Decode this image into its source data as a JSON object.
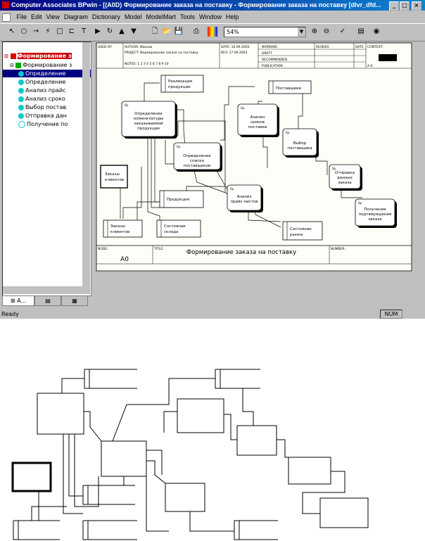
{
  "window": {
    "title": "Computer Associates BPwin - [(A0D) Формирование заказа на поставку - Формирование заказа на поставку [dlvr_dfd..."
  },
  "menu": [
    "File",
    "Edit",
    "View",
    "Diagram",
    "Dictionary",
    "Model",
    "ModelMart",
    "Tools",
    "Window",
    "Help"
  ],
  "toolbar": {
    "zoom": "54%"
  },
  "tree": {
    "root": "Формирование з",
    "child": "Формирование з",
    "items": [
      "Определение",
      "Определение",
      "Анализ прайс",
      "Анализ сроко",
      "Выбор постав",
      "Отправка дан",
      "Получение по"
    ]
  },
  "tabs": [
    "A..."
  ],
  "status": {
    "left": "Ready",
    "num": "NUM"
  },
  "diagram": {
    "header": {
      "used_at": "USED AT:",
      "author": "AUTHOR: Иванов",
      "project": "PROJECT: Формирование заказа на поставку",
      "date": "DATE: 16.09.2003",
      "rev": "REV: 17.09.2003",
      "notes": "NOTES: 1 2 3 4 5 6 7 8 9 10",
      "working": "WORKING",
      "draft": "DRAFT",
      "recommended": "RECOMMENDED",
      "publication": "PUBLICATION",
      "reader": "READER",
      "date2": "DATE",
      "context": "CONTEXT:",
      "a0": "A-0"
    },
    "boxes": {
      "b1": [
        "Определение",
        "номенклатуры",
        "заказываемой",
        "продукции"
      ],
      "b2": [
        "Определение",
        "списка",
        "поставщиков"
      ],
      "b3": [
        "Анализ",
        "сроков",
        "поставки"
      ],
      "b4": [
        "Анализ",
        "прайс-листов"
      ],
      "b5": [
        "Выбор",
        "поставщика"
      ],
      "b6": [
        "Отправка",
        "данных",
        "заказа"
      ],
      "b7": [
        "Получение",
        "подтверждения",
        "заказа"
      ]
    },
    "stores": {
      "s1": [
        "Реализация",
        "продукции"
      ],
      "s2": [
        "Поставщики"
      ],
      "s3": [
        "Продукция"
      ],
      "s4": [
        "Заказы",
        "клиентов"
      ],
      "s5": [
        "Состояние",
        "склада"
      ],
      "s6": [
        "Состояние",
        "рынка"
      ]
    },
    "external": [
      "Заказы",
      "клиентов"
    ],
    "footer": {
      "node": "NODE:",
      "title_label": "TITLE:",
      "title": "Формирование заказа на поставку",
      "number": "NUMBER:",
      "node_value": "A0"
    }
  }
}
